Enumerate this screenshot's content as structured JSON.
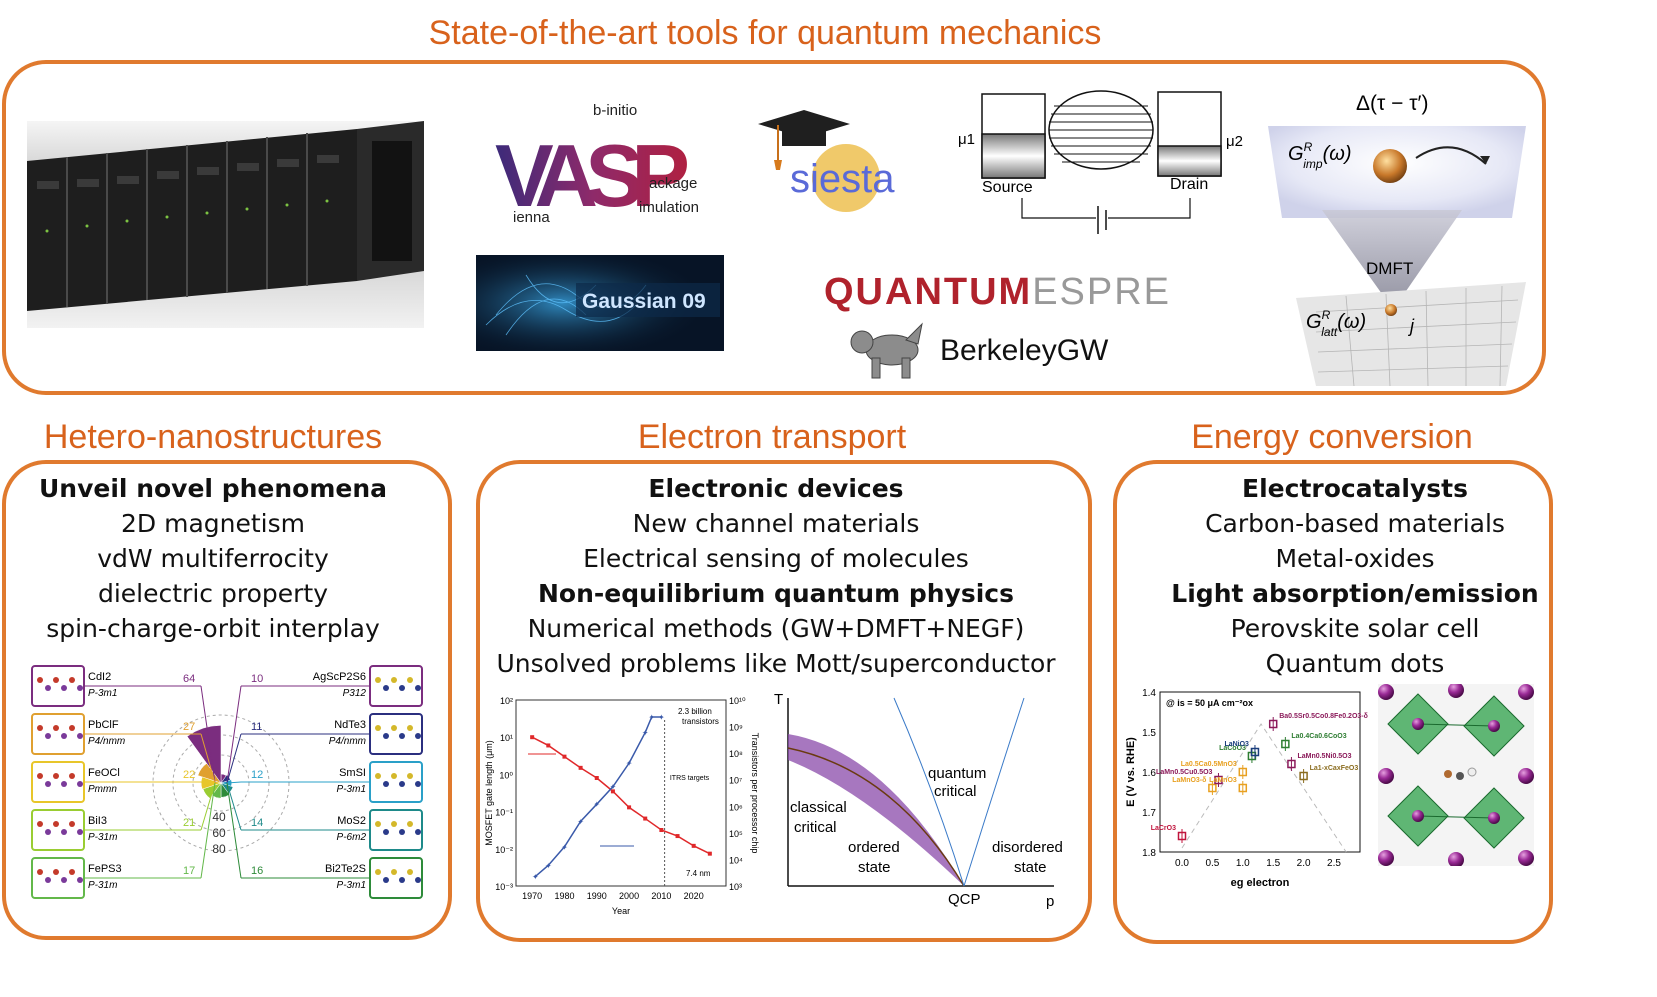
{
  "top": {
    "title": "State-of-the-art tools for quantum mechanics",
    "vasp": {
      "big": "VASP",
      "w1": "b-initio",
      "w2": "ackage",
      "w3": "imulation",
      "w4": "ienna"
    },
    "siesta": "siesta",
    "gaussian": "Gaussian 09",
    "transport": {
      "mu1": "μ1",
      "mu2": "μ2",
      "source": "Source",
      "drain": "Drain"
    },
    "quantum_a": "QUANTUM",
    "quantum_b": "ESPRESSO",
    "berkeley": "BerkeleyGW",
    "dmft": {
      "delta": "Δ(τ − τ′)",
      "gimp": "G",
      "gimp_sup": "R",
      "gimp_sub": "imp",
      "gimp_arg": "(ω)",
      "label": "DMFT",
      "glatt": "G",
      "glatt_sup": "R",
      "glatt_sub": "latt",
      "glatt_arg": "(ω)",
      "j": "j"
    }
  },
  "sections": [
    {
      "title": "Hetero-nanostructures",
      "lines": [
        {
          "text": "Unveil novel phenomena",
          "bold": true
        },
        {
          "text": "2D magnetism",
          "bold": false
        },
        {
          "text": "vdW multiferrocity",
          "bold": false
        },
        {
          "text": "dielectric property",
          "bold": false
        },
        {
          "text": "spin-charge-orbit interplay",
          "bold": false
        }
      ]
    },
    {
      "title": "Electron transport",
      "lines": [
        {
          "text": "Electronic devices",
          "bold": true
        },
        {
          "text": "New channel materials",
          "bold": false
        },
        {
          "text": "Electrical sensing of molecules",
          "bold": false
        },
        {
          "text": "Non-equilibrium quantum physics",
          "bold": true
        },
        {
          "text": "Numerical methods (GW+DMFT+NEGF)",
          "bold": false
        },
        {
          "text": "Unsolved problems like Mott/superconductor",
          "bold": false
        }
      ]
    },
    {
      "title": "Energy conversion",
      "lines": [
        {
          "text": "Electrocatalysts",
          "bold": true
        },
        {
          "text": "Carbon-based materials",
          "bold": false
        },
        {
          "text": "Metal-oxides",
          "bold": false
        },
        {
          "text": "Light absorption/emission",
          "bold": true
        },
        {
          "text": "Perovskite solar cell",
          "bold": false
        },
        {
          "text": "Quantum dots",
          "bold": false
        }
      ]
    }
  ],
  "materials_left": [
    {
      "name": "CdI2",
      "group": "P-3m1",
      "value": "64",
      "color": "#7b2d7f"
    },
    {
      "name": "PbClF",
      "group": "P4/nmm",
      "value": "27",
      "color": "#e0a030"
    },
    {
      "name": "FeOCl",
      "group": "Pmmn",
      "value": "22",
      "color": "#e8c62a"
    },
    {
      "name": "BiI3",
      "group": "P-31m",
      "value": "21",
      "color": "#9acd32"
    },
    {
      "name": "FePS3",
      "group": "P-31m",
      "value": "17",
      "color": "#63b84a"
    }
  ],
  "materials_right": [
    {
      "name": "AgScP2S6",
      "group": "P312",
      "value": "10",
      "color": "#7b2d7f"
    },
    {
      "name": "NdTe3",
      "group": "P4/nmm",
      "value": "11",
      "color": "#2b2f7f"
    },
    {
      "name": "SmSI",
      "group": "P-3m1",
      "value": "12",
      "color": "#2aa0c8"
    },
    {
      "name": "MoS2",
      "group": "P-6m2",
      "value": "14",
      "color": "#1e8a8a"
    },
    {
      "name": "Bi2Te2S",
      "group": "P-3m1",
      "value": "16",
      "color": "#2e8b3a"
    }
  ],
  "radar_ticks": [
    "40",
    "60",
    "80"
  ],
  "moore": {
    "ylabel_left": "MOSFET gate length (μm)",
    "ylabel_right": "Transistors per processor chip",
    "xlabel": "Year",
    "xticks": [
      "1970",
      "1980",
      "1990",
      "2000",
      "2010",
      "2020"
    ],
    "yticks_left": [
      "10²",
      "10¹",
      "10⁰",
      "10⁻¹",
      "10⁻²",
      "10⁻³"
    ],
    "yticks_right": [
      "10¹⁰",
      "10⁹",
      "10⁸",
      "10⁷",
      "10⁶",
      "10⁵",
      "10⁴",
      "10³"
    ],
    "annot_a": "2.3 billion",
    "annot_b": "transistors",
    "itrs": "ITRS targets",
    "nm": "7.4 nm",
    "gate_length": [
      [
        1970,
        10
      ],
      [
        1975,
        6
      ],
      [
        1980,
        3
      ],
      [
        1985,
        1.5
      ],
      [
        1990,
        0.8
      ],
      [
        1995,
        0.35
      ],
      [
        2000,
        0.13
      ],
      [
        2005,
        0.065
      ],
      [
        2010,
        0.032
      ],
      [
        2015,
        0.022
      ],
      [
        2020,
        0.012
      ],
      [
        2025,
        0.0074
      ]
    ],
    "transistors": [
      [
        1971,
        2300
      ],
      [
        1975,
        6000
      ],
      [
        1980,
        30000
      ],
      [
        1985,
        270000
      ],
      [
        1990,
        1200000
      ],
      [
        1995,
        5500000
      ],
      [
        2000,
        42000000
      ],
      [
        2005,
        600000000
      ],
      [
        2007,
        2300000000
      ],
      [
        2010,
        2300000000
      ]
    ]
  },
  "phase": {
    "t": "T",
    "p": "p",
    "qcp": "QCP",
    "classical_a": "classical",
    "classical_b": "critical",
    "quantum_a": "quantum",
    "quantum_b": "critical",
    "ordered_a": "ordered",
    "ordered_b": "state",
    "disordered_a": "disordered",
    "disordered_b": "state"
  },
  "volcano": {
    "ylabel": "E (V vs. RHE)",
    "xlabel": "eg electron",
    "condition": "@ is = 50 μA cm⁻²ox",
    "xticks": [
      "0.0",
      "0.5",
      "1.0",
      "1.5",
      "2.0",
      "2.5"
    ],
    "yticks": [
      "1.4",
      "1.5",
      "1.6",
      "1.7",
      "1.8"
    ],
    "points": [
      {
        "label": "LaCrO3",
        "x": 0.0,
        "y": 1.76,
        "color": "#c0143c"
      },
      {
        "label": "LaMnO3-δ",
        "x": 0.5,
        "y": 1.64,
        "color": "#e8a020"
      },
      {
        "label": "LaMn0.5Cu0.5O3",
        "x": 0.6,
        "y": 1.62,
        "color": "#8b1a5a"
      },
      {
        "label": "La0.5Ca0.5MnO3",
        "x": 1.0,
        "y": 1.6,
        "color": "#e8a020"
      },
      {
        "label": "LaMnO3",
        "x": 1.0,
        "y": 1.64,
        "color": "#e8a020"
      },
      {
        "label": "LaCoO3",
        "x": 1.15,
        "y": 1.56,
        "color": "#2e7d32"
      },
      {
        "label": "LaNiO3",
        "x": 1.2,
        "y": 1.55,
        "color": "#1a3d7c"
      },
      {
        "label": "Ba0.5Sr0.5Co0.8Fe0.2O3-δ",
        "x": 1.5,
        "y": 1.48,
        "color": "#8b1a5a"
      },
      {
        "label": "La0.4Ca0.6CoO3",
        "x": 1.7,
        "y": 1.53,
        "color": "#2e7d32"
      },
      {
        "label": "LaMn0.5Ni0.5O3",
        "x": 1.8,
        "y": 1.58,
        "color": "#8b1a5a"
      },
      {
        "label": "La1-xCaxFeO3",
        "x": 2.0,
        "y": 1.61,
        "color": "#8b6d20"
      }
    ]
  },
  "colors": {
    "accent": "#d8621c",
    "frame": "#e07a2e"
  }
}
